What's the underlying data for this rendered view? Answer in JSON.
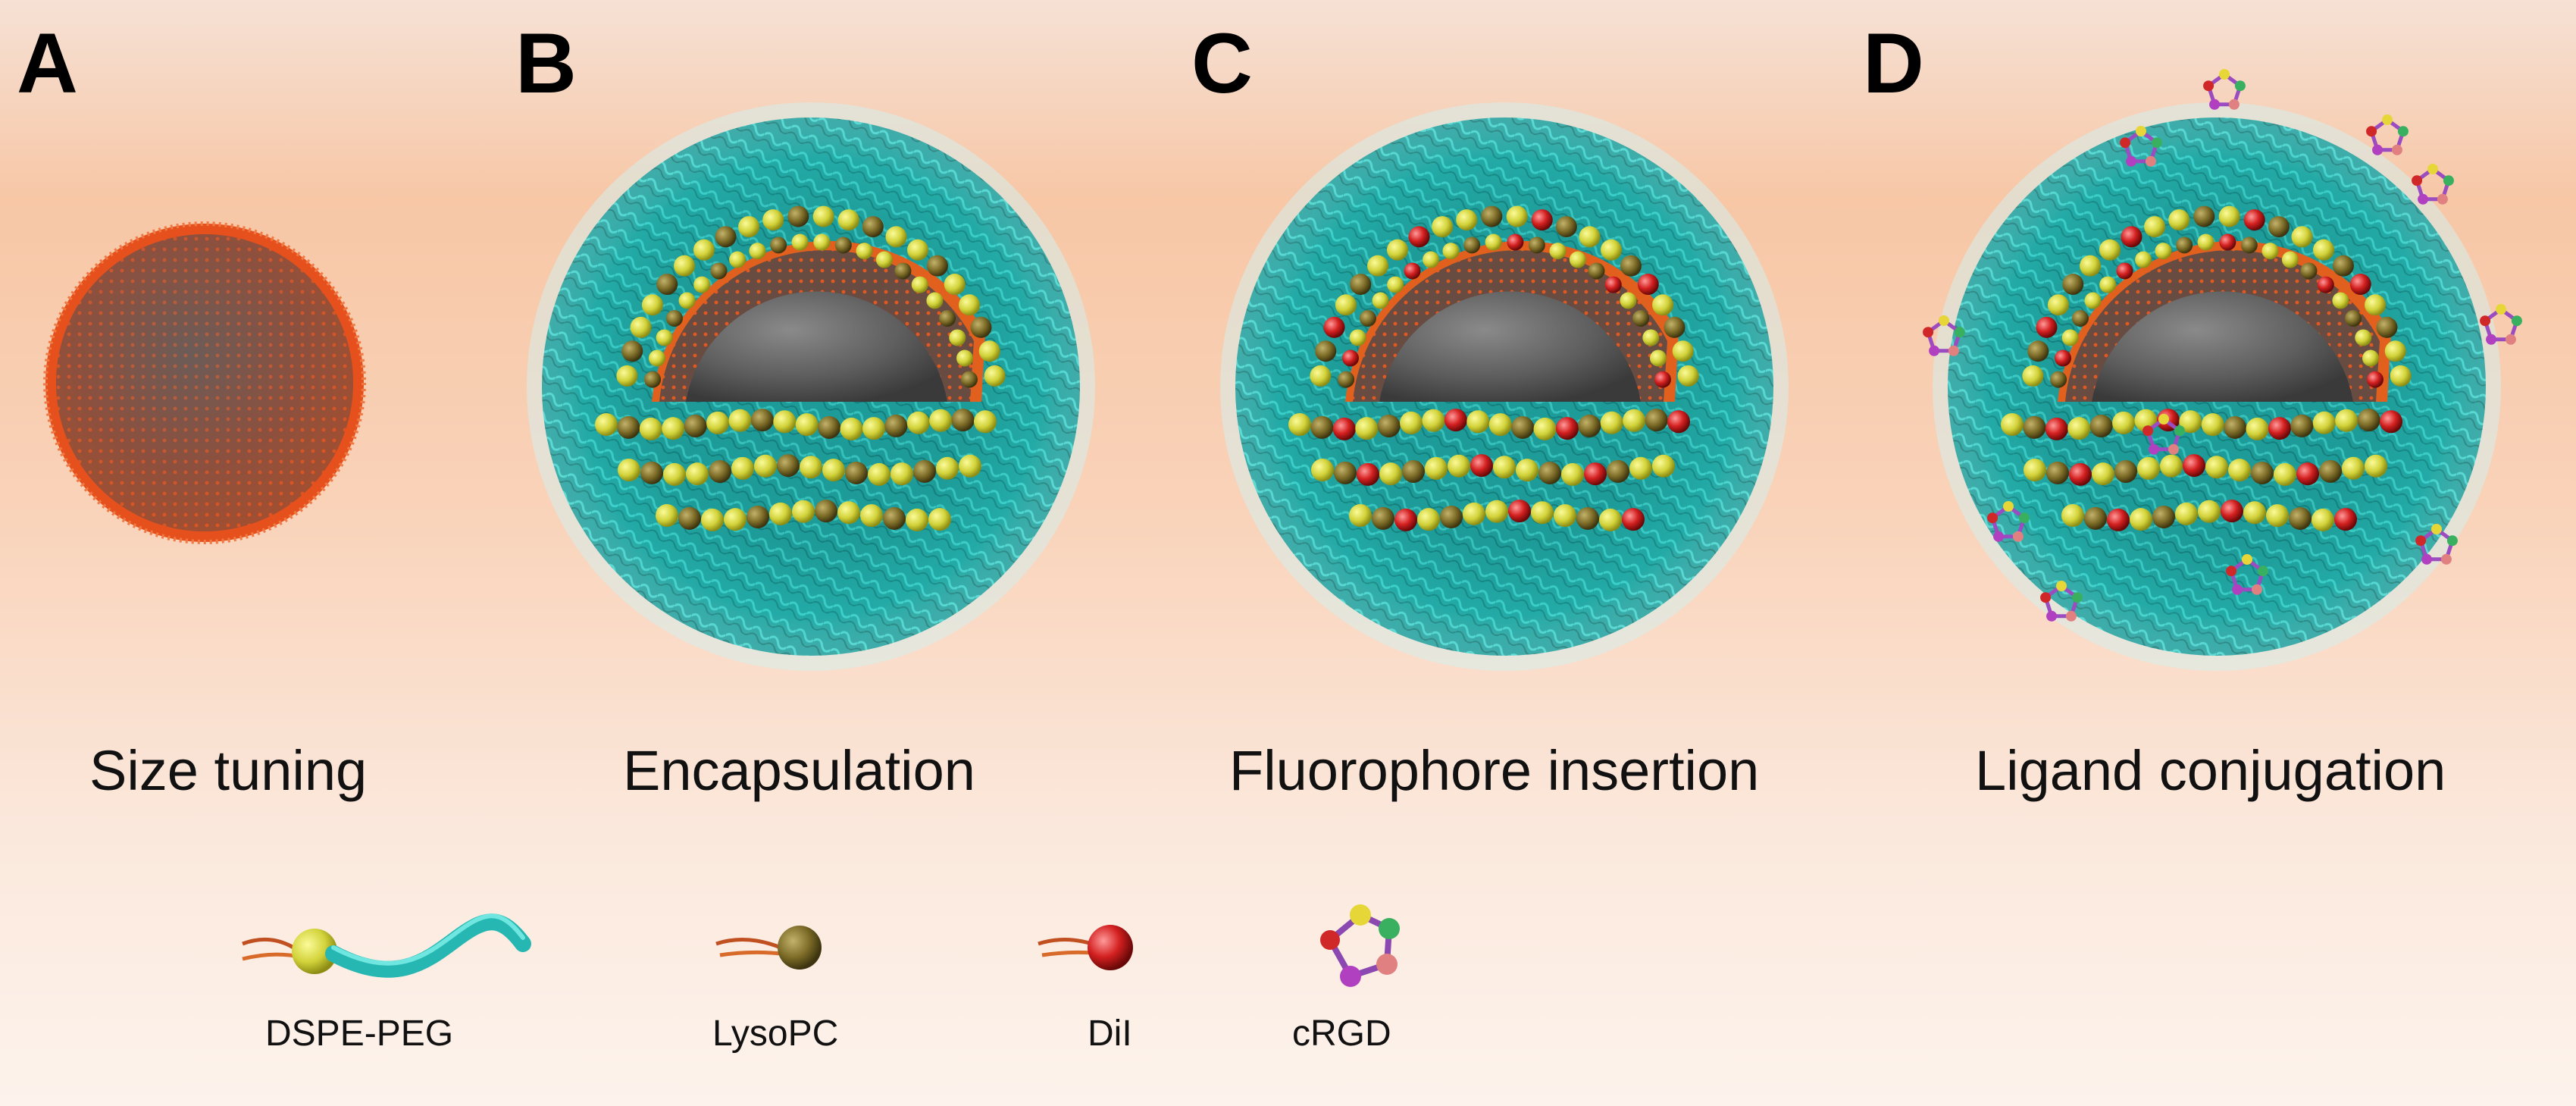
{
  "panels": [
    {
      "letter": "A",
      "caption": "Size tuning"
    },
    {
      "letter": "B",
      "caption": "Encapsulation"
    },
    {
      "letter": "C",
      "caption": "Fluorophore insertion"
    },
    {
      "letter": "D",
      "caption": "Ligand conjugation"
    }
  ],
  "legend": [
    {
      "label": "DSPE-PEG",
      "icon": "dspe-peg-icon"
    },
    {
      "label": "LysoPC",
      "icon": "lysopc-icon"
    },
    {
      "label": "DiI",
      "icon": "dii-icon"
    },
    {
      "label": "cRGD",
      "icon": "crgd-icon"
    }
  ],
  "colors": {
    "core": "#6b6b6b",
    "oleate": "#e0501e",
    "peg": "#20b5b0",
    "dspe_head": "#d8d83a",
    "lysopc_head": "#7a6a20",
    "dii": "#d42020",
    "crgd": "#a050c0"
  }
}
